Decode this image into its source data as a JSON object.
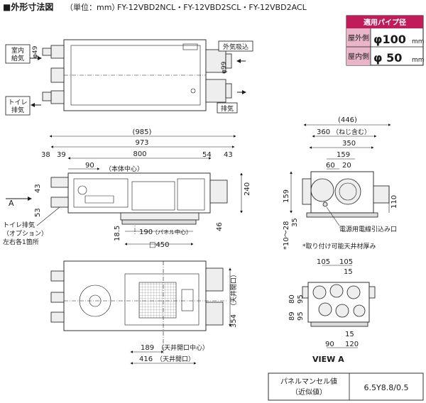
{
  "header": {
    "title": "■外形寸法図",
    "unit": "（単位：mm）",
    "models": "FY-12VBD2NCL・FY-12VBD2SCL・FY-12VBD2ACL"
  },
  "pipe_table": {
    "heading": "適用パイプ径",
    "outdoor_label": "屋外側",
    "outdoor_value": "φ100",
    "indoor_label": "屋内側",
    "indoor_value": "φ 50",
    "unit": "mm"
  },
  "top_view": {
    "room_supply": "室内\n給気",
    "toilet_exhaust": "トイレ\n排気",
    "outside_intake": "外気吸込",
    "exhaust": "排気",
    "dia_49": "φ49",
    "dia_99": "φ99"
  },
  "front_view": {
    "dim_985": "(985)",
    "dim_973": "973",
    "dim_800": "800",
    "dim_38": "38",
    "dim_39": "39",
    "dim_54": "54",
    "dim_43_right": "43",
    "dim_90": "90",
    "body_center": "（本体中心）",
    "dim_43_left": "43",
    "dim_53": "53",
    "arrow_a": "A",
    "dim_240": "240",
    "dim_46": "46",
    "dim_185": "18.5",
    "dim_190": "190",
    "panel_center": "（パネル中心）",
    "dim_450": "□450",
    "toilet_note_1": "トイレ排気",
    "toilet_note_2": "（オプション）",
    "toilet_note_3": "左右各1箇所"
  },
  "bottom_view": {
    "dim_189": "189",
    "ceiling_center": "（天井開口中心）",
    "dim_416": "416",
    "ceiling_opening": "（天井開口）",
    "dim_354": "354",
    "ceiling_opening_v": "（天井開口）"
  },
  "side_view": {
    "dim_446": "(446)",
    "dim_360": "360",
    "screw_incl": "（ねじ含む）",
    "dim_350": "350",
    "dim_159_top": "159",
    "dim_60": "60",
    "dim_20": "20",
    "dim_159_left": "159",
    "dim_110": "110",
    "dim_10_28": "*10〜28",
    "dim_35": "35",
    "power_label": "電源用電線引込み口",
    "ceiling_note": "*取り付け可能天井材厚み"
  },
  "view_a": {
    "dim_105a": "105",
    "dim_105b": "105",
    "dim_15_top": "15",
    "dim_80": "80",
    "dim_95": "95",
    "dim_89": "89",
    "dim_95b": "95",
    "dim_90": "90",
    "dim_120": "120",
    "dim_15_bottom": "15",
    "label": "VIEW  A"
  },
  "panel_table": {
    "label_1": "パネルマンセル値",
    "label_2": "（近似値）",
    "value": "6.5Y8.8/0.5"
  }
}
